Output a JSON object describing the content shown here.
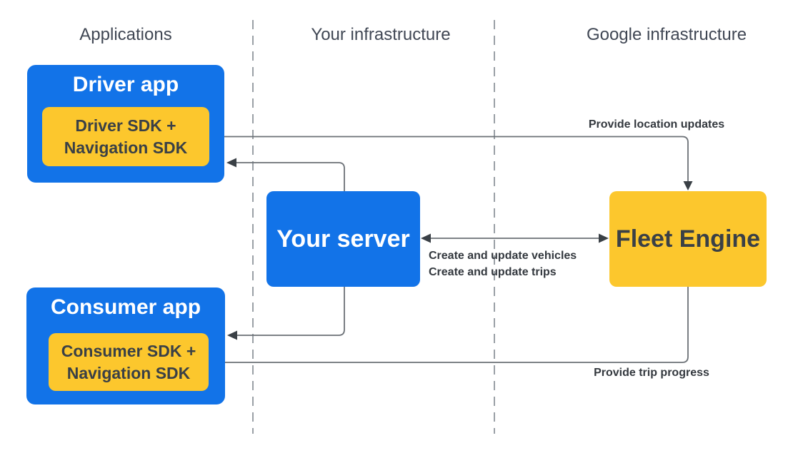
{
  "columns": [
    {
      "label": "Applications"
    },
    {
      "label": "Your infrastructure"
    },
    {
      "label": "Google infrastructure"
    }
  ],
  "nodes": {
    "driver_app": {
      "title": "Driver app",
      "sdk_line1": "Driver SDK +",
      "sdk_line2": "Navigation SDK"
    },
    "consumer_app": {
      "title": "Consumer app",
      "sdk_line1": "Consumer SDK +",
      "sdk_line2": "Navigation SDK"
    },
    "your_server": {
      "title": "Your server"
    },
    "fleet_engine": {
      "title": "Fleet Engine"
    }
  },
  "arrows": {
    "location_updates": {
      "label": "Provide location updates"
    },
    "create_update": {
      "label_line1": "Create and update vehicles",
      "label_line2": "Create and update trips"
    },
    "trip_progress": {
      "label": "Provide trip progress"
    }
  },
  "colors": {
    "node_blue": "#1273e8",
    "node_yellow": "#fcc72d",
    "wire": "#6b7076",
    "arrowhead": "#3a4046",
    "label_text": "#33383e",
    "header_text": "#404754",
    "divider": "#9aa0a6"
  }
}
